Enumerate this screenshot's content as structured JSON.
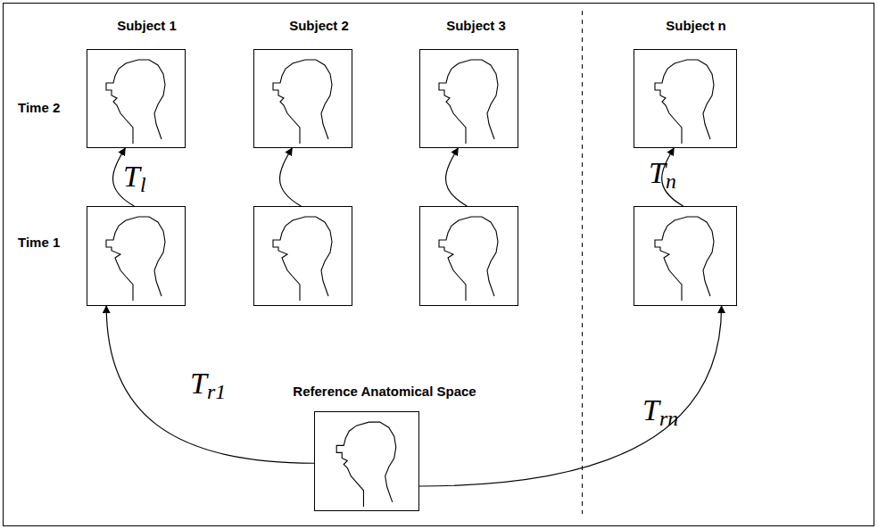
{
  "diagram": {
    "nodes": [
      {
        "text": [
          "Subject 1"
        ]
      },
      {
        "text": [
          "Subject 2"
        ]
      },
      {
        "text": [
          "Subject 3"
        ]
      },
      {
        "text": [
          "Subject n"
        ]
      },
      {
        "text": []
      },
      {
        "text": []
      },
      {
        "text": []
      },
      {
        "text": []
      },
      {
        "text": [
          "Reference Anatomical Space"
        ]
      }
    ],
    "edges": [
      {
        "from": 4,
        "to": 0,
        "label": "Tl",
        "arrow": "to"
      },
      {
        "from": 5,
        "to": 1,
        "arrow": "to"
      },
      {
        "from": 6,
        "to": 2,
        "arrow": "to"
      },
      {
        "from": 7,
        "to": 3,
        "label": "Tn",
        "arrow": "to"
      },
      {
        "from": 8,
        "to": 4,
        "label": "Tr1",
        "arrow": "to"
      },
      {
        "from": 8,
        "to": 7,
        "label": "Trn",
        "arrow": "to"
      }
    ],
    "labels": [
      "Time 2",
      "Time 1"
    ]
  }
}
